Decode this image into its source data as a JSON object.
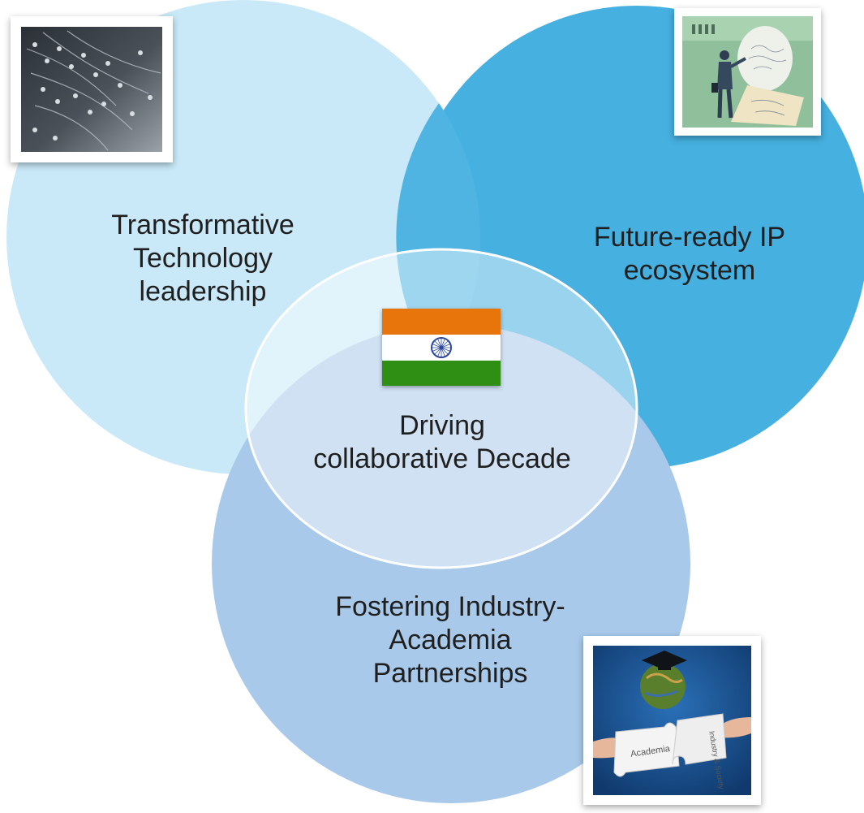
{
  "center": {
    "title_line1": "Driving",
    "title_line2": "collaborative Decade"
  },
  "circles": {
    "technology": {
      "line1": "Transformative",
      "line2": "Technology",
      "line3": "leadership"
    },
    "ip": {
      "line1": "Future-ready IP",
      "line2": "ecosystem"
    },
    "industry": {
      "line1": "Fostering Industry-",
      "line2": "Academia",
      "line3": "Partnerships"
    }
  },
  "puzzle": {
    "piece_left": "Academia",
    "piece_right": "Industry & Society"
  },
  "colors": {
    "technology_circle": "#c9e9f8",
    "ip_circle": "#46b0e0",
    "industry_circle": "#a9c9ea",
    "center_circle": "#ffffff",
    "flag_saffron": "#e8740c",
    "flag_green": "#2f8f14",
    "flag_chakra": "#2b4a9a"
  },
  "icons": [
    "circuit-board-photo",
    "ip-idea-photo",
    "india-flag-icon",
    "academia-puzzle-photo"
  ]
}
